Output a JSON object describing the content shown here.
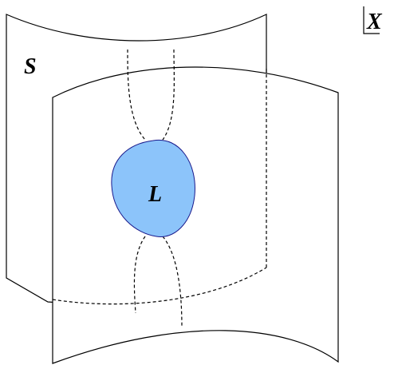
{
  "diagram": {
    "labels": {
      "surface_s": "S",
      "region_l": "L",
      "space_x": "X"
    },
    "colors": {
      "stroke": "#000000",
      "region_fill": "#8cc4fa",
      "region_stroke": "#1a1a8c",
      "background": "#ffffff"
    }
  }
}
